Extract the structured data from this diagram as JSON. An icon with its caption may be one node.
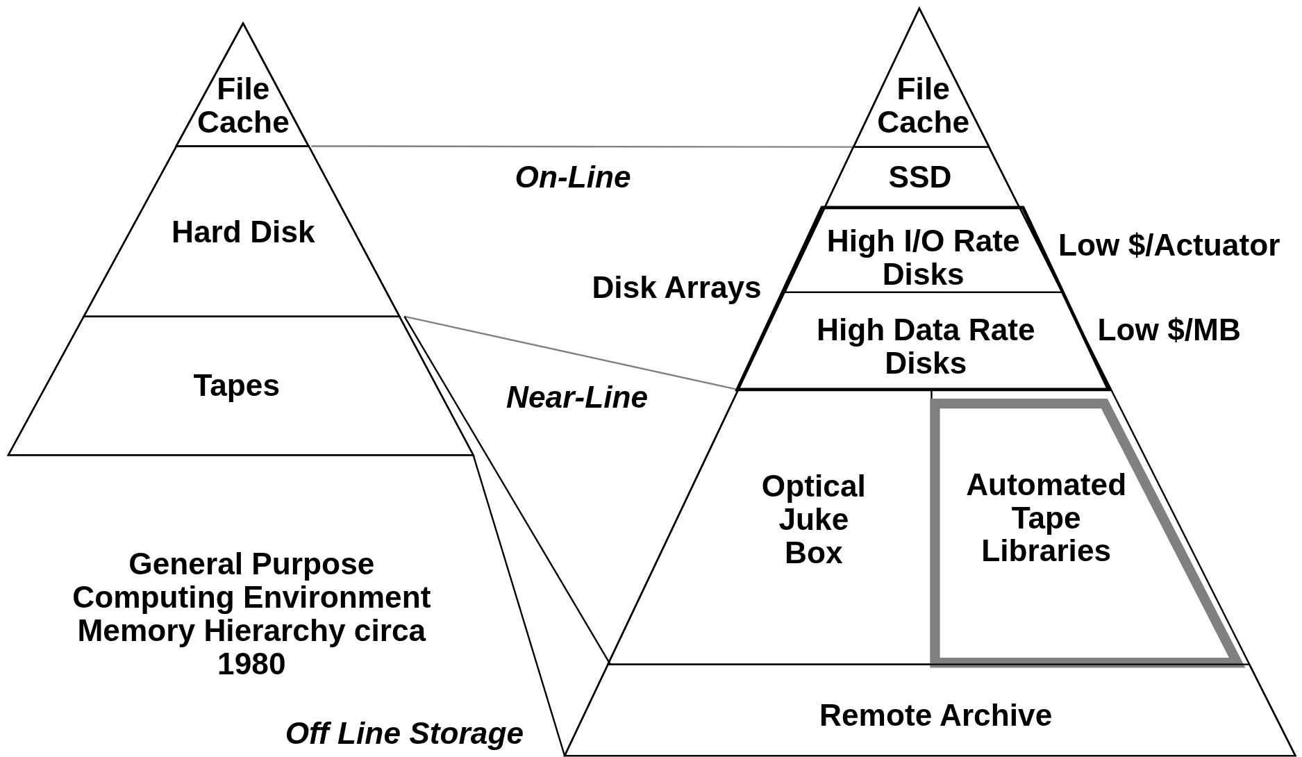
{
  "diagram": {
    "caption": "General Purpose Computing Environment Memory Hierarchy circa 1980",
    "nodes": [
      {
        "text": [
          "File Cache"
        ]
      },
      {
        "text": [
          "Hard Disk"
        ]
      },
      {
        "text": [
          "Tapes"
        ]
      },
      {
        "text": [
          "File Cache"
        ]
      },
      {
        "text": [
          "SSD"
        ]
      },
      {
        "text": [
          "High I/O Rate Disks"
        ]
      },
      {
        "text": [
          "High Data Rate Disks"
        ]
      },
      {
        "text": [
          "Optical Juke Box"
        ]
      },
      {
        "text": [
          "Automated Tape Libraries"
        ]
      },
      {
        "text": [
          "Remote Archive"
        ]
      }
    ],
    "labels": [
      "On-Line",
      "Disk Arrays",
      "Low $/Actuator",
      "Low $/MB",
      "Near-Line",
      "Off Line Storage"
    ]
  }
}
